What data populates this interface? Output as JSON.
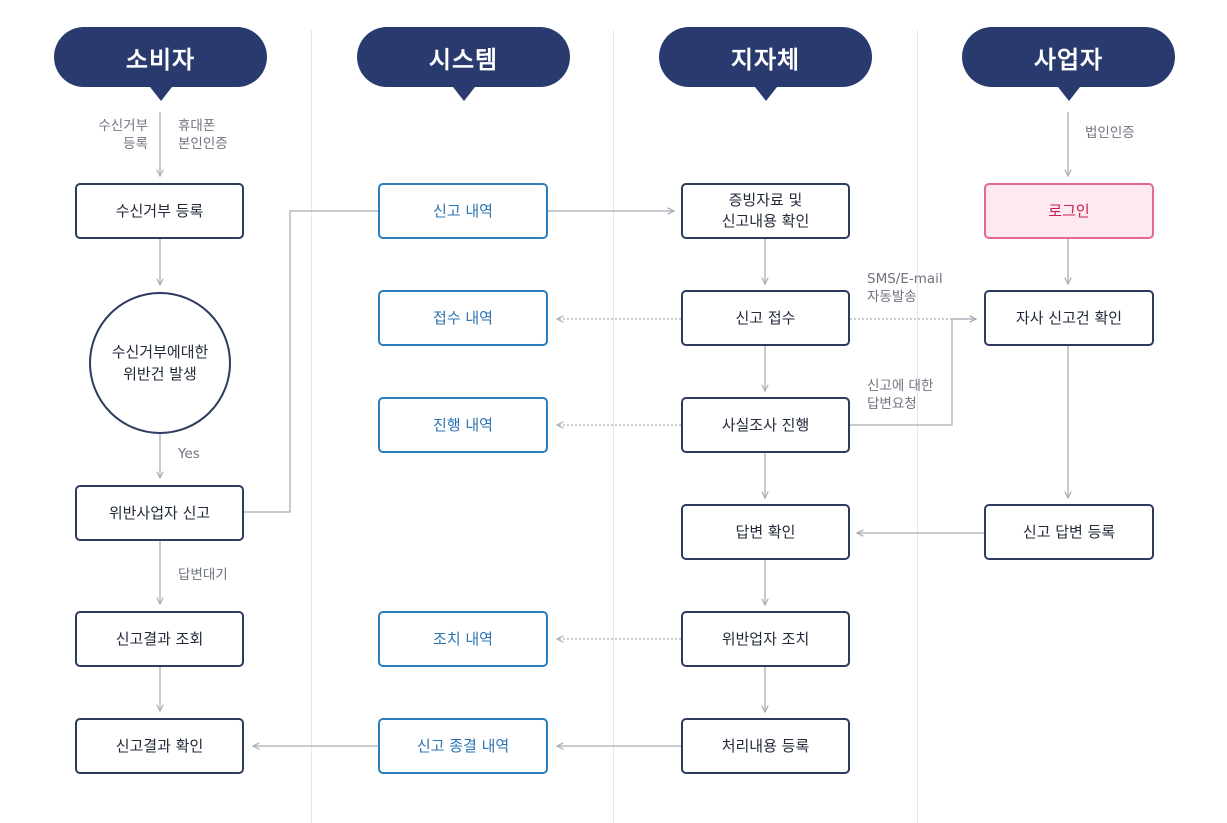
{
  "lanes": {
    "consumer": "소비자",
    "system": "시스템",
    "local_gov": "지자체",
    "business": "사업자"
  },
  "consumer": {
    "label_reject_reg": "수신거부\n등록",
    "label_phone_auth": "휴대폰\n본인인증",
    "reject_register": "수신거부 등록",
    "violation_occurs": "수신거부에대한\n위반건 발생",
    "label_yes": "Yes",
    "report_violator": "위반사업자 신고",
    "label_wait_answer": "답변대기",
    "check_result": "신고결과 조회",
    "confirm_result": "신고결과 확인"
  },
  "system": {
    "report_history": "신고 내역",
    "receipt_history": "접수 내역",
    "progress_history": "진행 내역",
    "action_history": "조치 내역",
    "closed_history": "신고 종결 내역"
  },
  "local_gov": {
    "evidence_check": "증빙자료 및\n신고내용 확인",
    "receive_report": "신고 접수",
    "investigation": "사실조사 진행",
    "check_answer": "답변 확인",
    "violator_action": "위반업자 조치",
    "register_result": "처리내용 등록",
    "label_sms": "SMS/E-mail\n자동발송",
    "label_answer_request": "신고에 대한\n답변요청"
  },
  "business": {
    "label_corp_auth": "법인인증",
    "login": "로그인",
    "check_report": "자사 신고건 확인",
    "register_answer": "신고 답변 등록"
  }
}
